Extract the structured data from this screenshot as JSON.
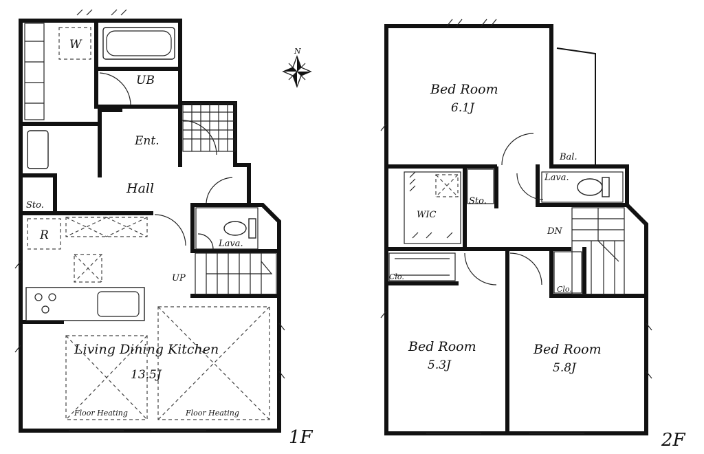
{
  "floor1": {
    "level": "1F",
    "rooms": {
      "washer": "W",
      "bath": "UB",
      "entrance": "Ent.",
      "hall": "Hall",
      "storage": "Sto.",
      "fridge": "R",
      "lavatory": "Lava.",
      "stairs_up": "UP",
      "ldk_name": "Living Dining Kitchen",
      "ldk_size": "13.5J",
      "floor_heating_left": "Floor Heating",
      "floor_heating_right": "Floor Heating"
    }
  },
  "floor2": {
    "level": "2F",
    "rooms": {
      "bed_top_name": "Bed Room",
      "bed_top_size": "6.1J",
      "balcony": "Bal.",
      "lavatory": "Lava.",
      "walk_in_closet": "WIC",
      "storage": "Sto.",
      "stairs_down": "DN",
      "closet_left": "Clo.",
      "closet_right": "Clo.",
      "bed_left_name": "Bed Room",
      "bed_left_size": "5.3J",
      "bed_right_name": "Bed Room",
      "bed_right_size": "5.8J"
    }
  },
  "compass": {
    "north_label": "N"
  }
}
